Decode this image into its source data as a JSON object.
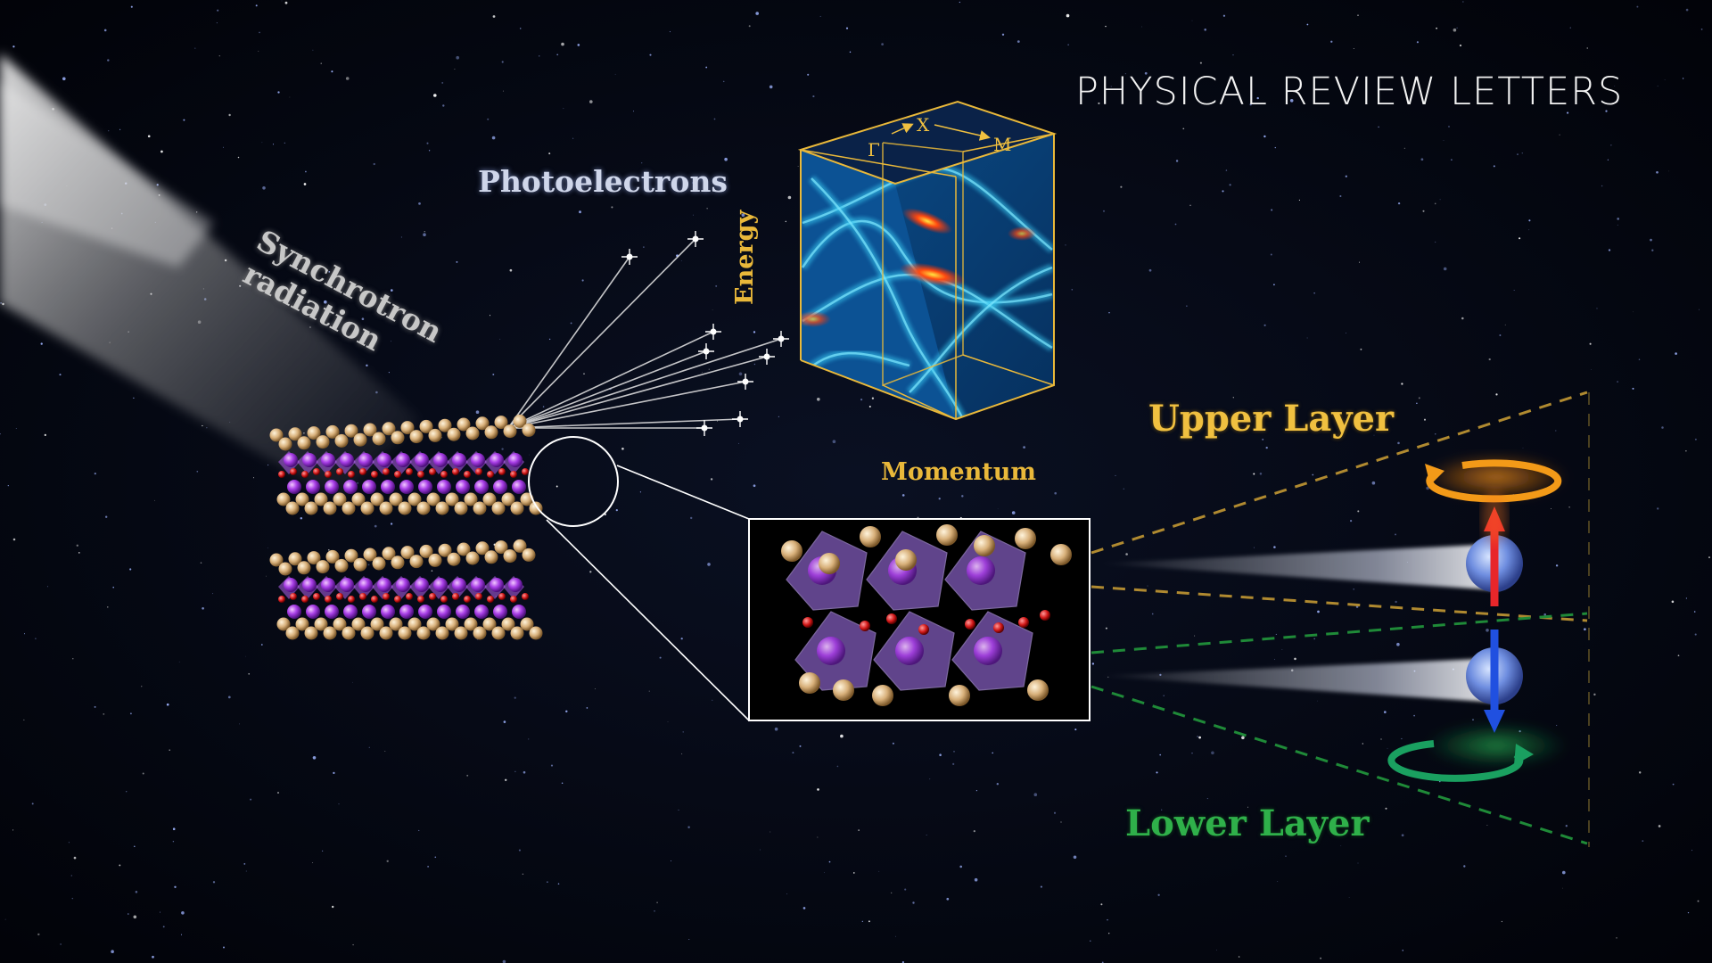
{
  "journal_title": "PHYSICAL REVIEW LETTERS",
  "labels": {
    "photoelectrons": "Photoelectrons",
    "synchrotron_line1": "Synchrotron",
    "synchrotron_line2": "radiation",
    "energy": "Energy",
    "momentum": "Momentum",
    "upper_layer": "Upper Layer",
    "lower_layer": "Lower Layer"
  },
  "axis_symbols": {
    "x": "X",
    "gamma": "Γ",
    "m": "M"
  },
  "colors": {
    "background": "#02040a",
    "gold": "#e9b83a",
    "green": "#2fb04a",
    "spin_up": "#e8262a",
    "spin_down": "#2050e0",
    "purple": "#9a3ae0",
    "oxygen": "#d21818",
    "ligand": "#d8b07a"
  },
  "icons": [
    "synchrotron-beam-icon",
    "crystal-structure-icon",
    "arpes-cube-icon",
    "spin-up-icon",
    "spin-down-icon"
  ]
}
